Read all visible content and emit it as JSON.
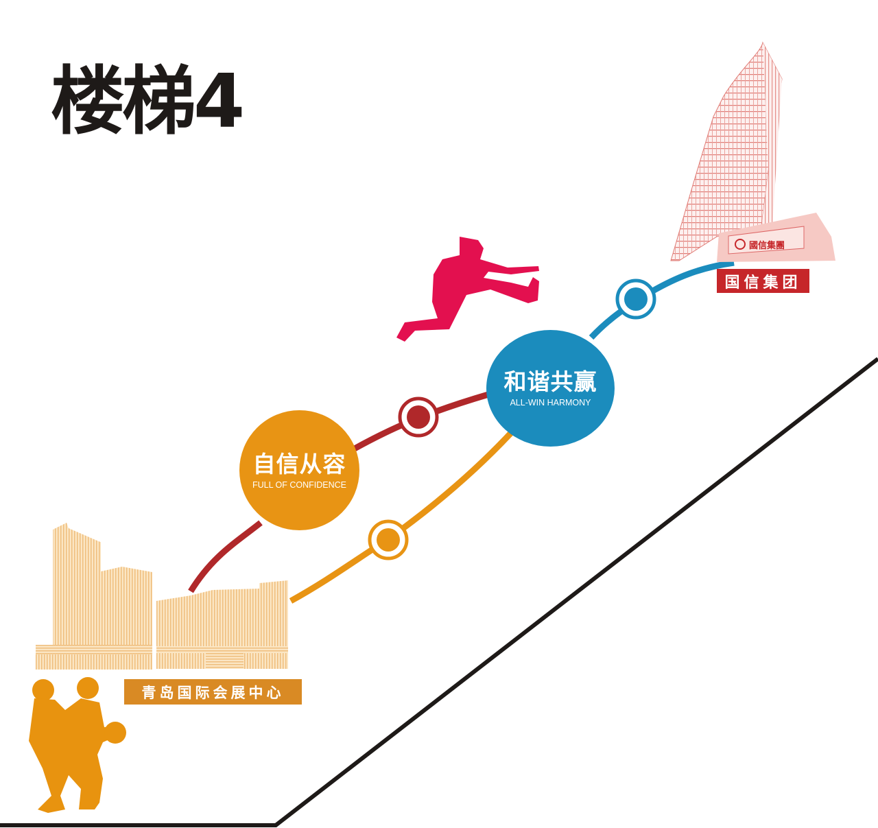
{
  "title": "楼梯4",
  "colors": {
    "title": "#1e1a18",
    "orange": "#e89414",
    "dark_red": "#b0282a",
    "blue": "#1b8cbd",
    "red_label": "#c6262a",
    "expo_label": "#d98a24",
    "jumper": "#e3104f",
    "tower_lines": "#e07a74",
    "expo_buildings": "#f2c58a",
    "ground_line": "#1e1a18"
  },
  "milestones": [
    {
      "cn": "自信从容",
      "en": "FULL OF CONFIDENCE",
      "color": "#e89414"
    },
    {
      "cn": "和谐共赢",
      "en": "ALL-WIN HARMONY",
      "color": "#1b8cbd"
    }
  ],
  "start": {
    "label": "青岛国际会展中心",
    "icon": "expo-center-buildings-icon",
    "figure": "basketball-players-silhouette-icon"
  },
  "end": {
    "label": "国信集团",
    "icon": "guoxin-tower-icon",
    "sign_text": "國信集團"
  },
  "decor": {
    "jumper": "hurdler-silhouette-icon"
  },
  "nodes": [
    {
      "name": "node-red",
      "color": "#b0282a"
    },
    {
      "name": "node-orange",
      "color": "#e89414"
    },
    {
      "name": "node-blue",
      "color": "#1b8cbd"
    }
  ]
}
